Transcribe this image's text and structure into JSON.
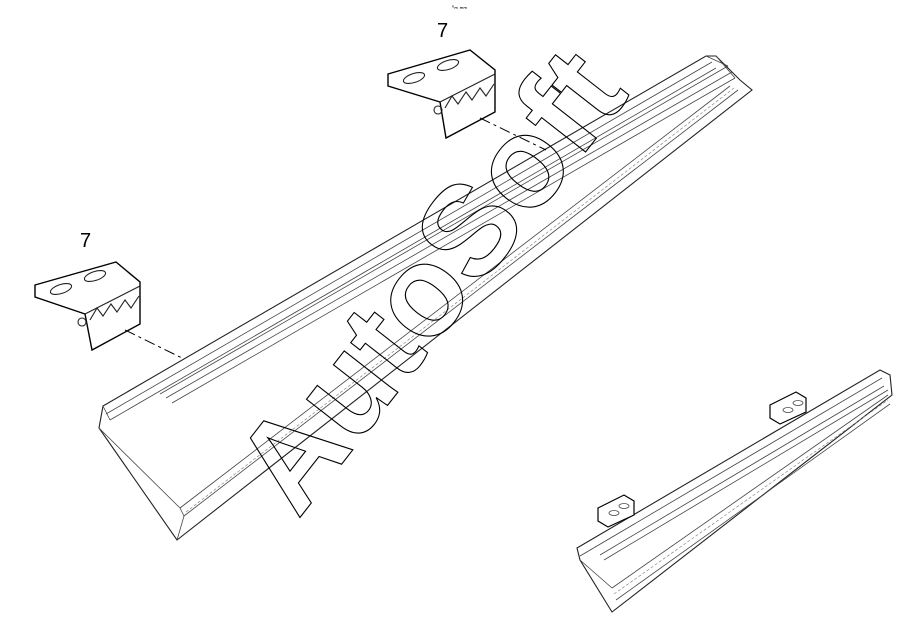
{
  "diagram": {
    "top_mark": "ⁿₘ ₘₘ",
    "callouts": [
      {
        "id": "upper",
        "number": "7"
      },
      {
        "id": "lower",
        "number": "7"
      }
    ],
    "watermark": "AutoSoft",
    "colors": {
      "line": "#000000",
      "background": "#ffffff"
    }
  }
}
